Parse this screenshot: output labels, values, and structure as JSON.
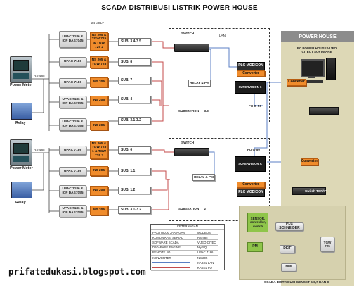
{
  "title": "SCADA DISTRIBUSI LISTRIK POWER HOUSE",
  "volt_label": "24 VOLT",
  "devices": {
    "power_meter": "Power Meter",
    "relay": "Relay",
    "rs485_top": "RS-485",
    "rs485_bottom": "RS-485"
  },
  "upper_group": {
    "rows": [
      {
        "upac": "UPAC 7186 & ICP DAS7045",
        "ns": "NS 205 & TGW 725 & TGW 725 2",
        "sub": "SUB. 3.4-3.5"
      },
      {
        "upac": "UPAC 7186",
        "ns": "NS 205 & TGW 725",
        "sub": "SUB. 8"
      },
      {
        "upac": "UPAC 7186",
        "ns": "NS 205",
        "sub": "SUB. 7"
      },
      {
        "upac": "UPAC 7186 & ICP DAS7055",
        "ns": "NS 205",
        "sub": "SUB. 4"
      },
      {
        "upac": "UPAC 7186 & ICP DAS7055",
        "ns": "NS 205",
        "sub": "SUB. 3.1-3.2"
      }
    ],
    "switch": "SWITCH",
    "lan": "LAN",
    "plc": "PLC MODICON",
    "converter": "Converter",
    "supervision": "SUPERVISION 6",
    "relay_pm": "RELAY & PM",
    "substation": "SUBSTATION",
    "substation_no": "3.3",
    "fo": "FO G-50"
  },
  "lower_group": {
    "rows": [
      {
        "upac": "UPAC 7186",
        "ns": "NS 205 & TGW 725 1 & TGW 725 2",
        "sub": "SUB. 6"
      },
      {
        "upac": "UPAC 7186",
        "ns": "NS 205",
        "sub": "SUB. 1.1"
      },
      {
        "upac": "UPAC 7186 & ICP DAS7055",
        "ns": "NS 205",
        "sub": "SUB. 1.2"
      },
      {
        "upac": "UPAC 7186 & ICP DAS7055",
        "ns": "NS 205",
        "sub": "SUB. 3.1-3.2"
      }
    ],
    "switch": "SWITCH",
    "fo": "FO G-50",
    "supervision": "SUPERVISION A",
    "relay_pm": "RELAY & PM",
    "converter": "Converter",
    "plc": "PLC MODICON",
    "substation": "SUBSTATION",
    "substation_no": "2"
  },
  "power_house": {
    "header": "POWER HOUSE",
    "pc_label": "PC POWER HOUSE VIJEO CITECT SOFTWARE",
    "converter_top": "Converter",
    "converter_bottom": "Converter",
    "switch_tcp": "Switch TCP/IP",
    "sensor": "SENSOR, controller, switch",
    "plc_schneider": "PLC SCHNEIDER",
    "pm": "PM",
    "deif": "DEIF",
    "tgw": "TGW 725",
    "hmi": "HMI",
    "footer": "SCADA DISTRIBUSI GENSET 5,6,7 DAN 8"
  },
  "legend": {
    "header": "KETERANGAN",
    "rows": [
      [
        "PROTOKOL JARINGAN",
        "MODBUS"
      ],
      [
        "KOMUNIKASI SERIAL",
        "RS-485"
      ],
      [
        "SOFWARE SCADA",
        "VIJEO CITEC"
      ],
      [
        "DATABASE ENGINE",
        "My SQL"
      ],
      [
        "REMOTE I/O",
        "UPAC 7186"
      ],
      [
        "KONVERTER",
        "NS 205"
      ],
      [
        "",
        "KABEL LAN"
      ],
      [
        "",
        "KABEL FO"
      ]
    ],
    "lan_color": "#5b7fc4",
    "fo_color": "#c44b4b"
  },
  "watermark": "prifatedukasi.blogspot.com",
  "colors": {
    "orange": "#f08c2c",
    "green": "#8fc54a",
    "beige": "#ddd8b6",
    "lan": "#5b7fc4",
    "fo": "#c44b4b"
  }
}
